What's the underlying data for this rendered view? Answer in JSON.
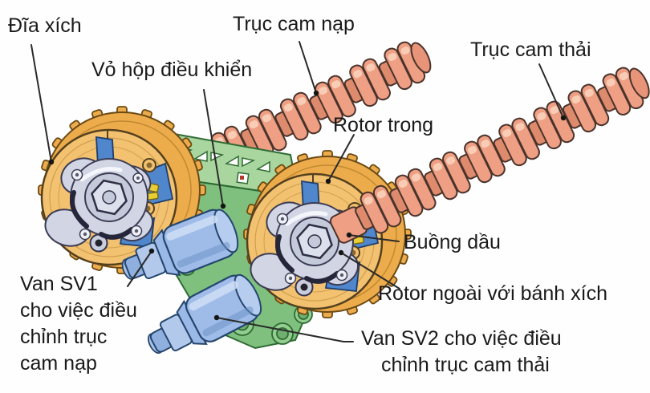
{
  "labels": {
    "dia_xich": {
      "text": "Đĩa xích"
    },
    "truc_cam_nap": {
      "text": "Trục cam nạp"
    },
    "vo_hop_dieu_khien": {
      "text": "Vỏ hộp điều khiển"
    },
    "truc_cam_thai": {
      "text": "Trục cam thải"
    },
    "rotor_trong": {
      "text": "Rotor trong"
    },
    "buong_dau": {
      "text": "Buồng dầu"
    },
    "rotor_ngoai": {
      "text": "Rotor ngoài với bánh xích"
    },
    "van_sv1": {
      "lines": [
        "Van SV1",
        "cho việc điều",
        "chỉnh trục",
        "cam nạp"
      ]
    },
    "van_sv2": {
      "lines": [
        "Van SV2 cho việc điều",
        "chỉnh trục cam thải"
      ]
    }
  },
  "colors": {
    "sprocket_face": "#F3C271",
    "sprocket_teeth": "#EDAC4C",
    "inner_rotor_gray": "#D2D6E4",
    "oil_chamber_blue": "#4F86CC",
    "housing_green": "#7FC07F",
    "housing_top_green": "#A9D69E",
    "camshaft_salmon": "#EE9F84",
    "valve_blue": "#9FBCE8",
    "leader_line": "#2A2A2A",
    "label_text": "#1A1A1A"
  }
}
